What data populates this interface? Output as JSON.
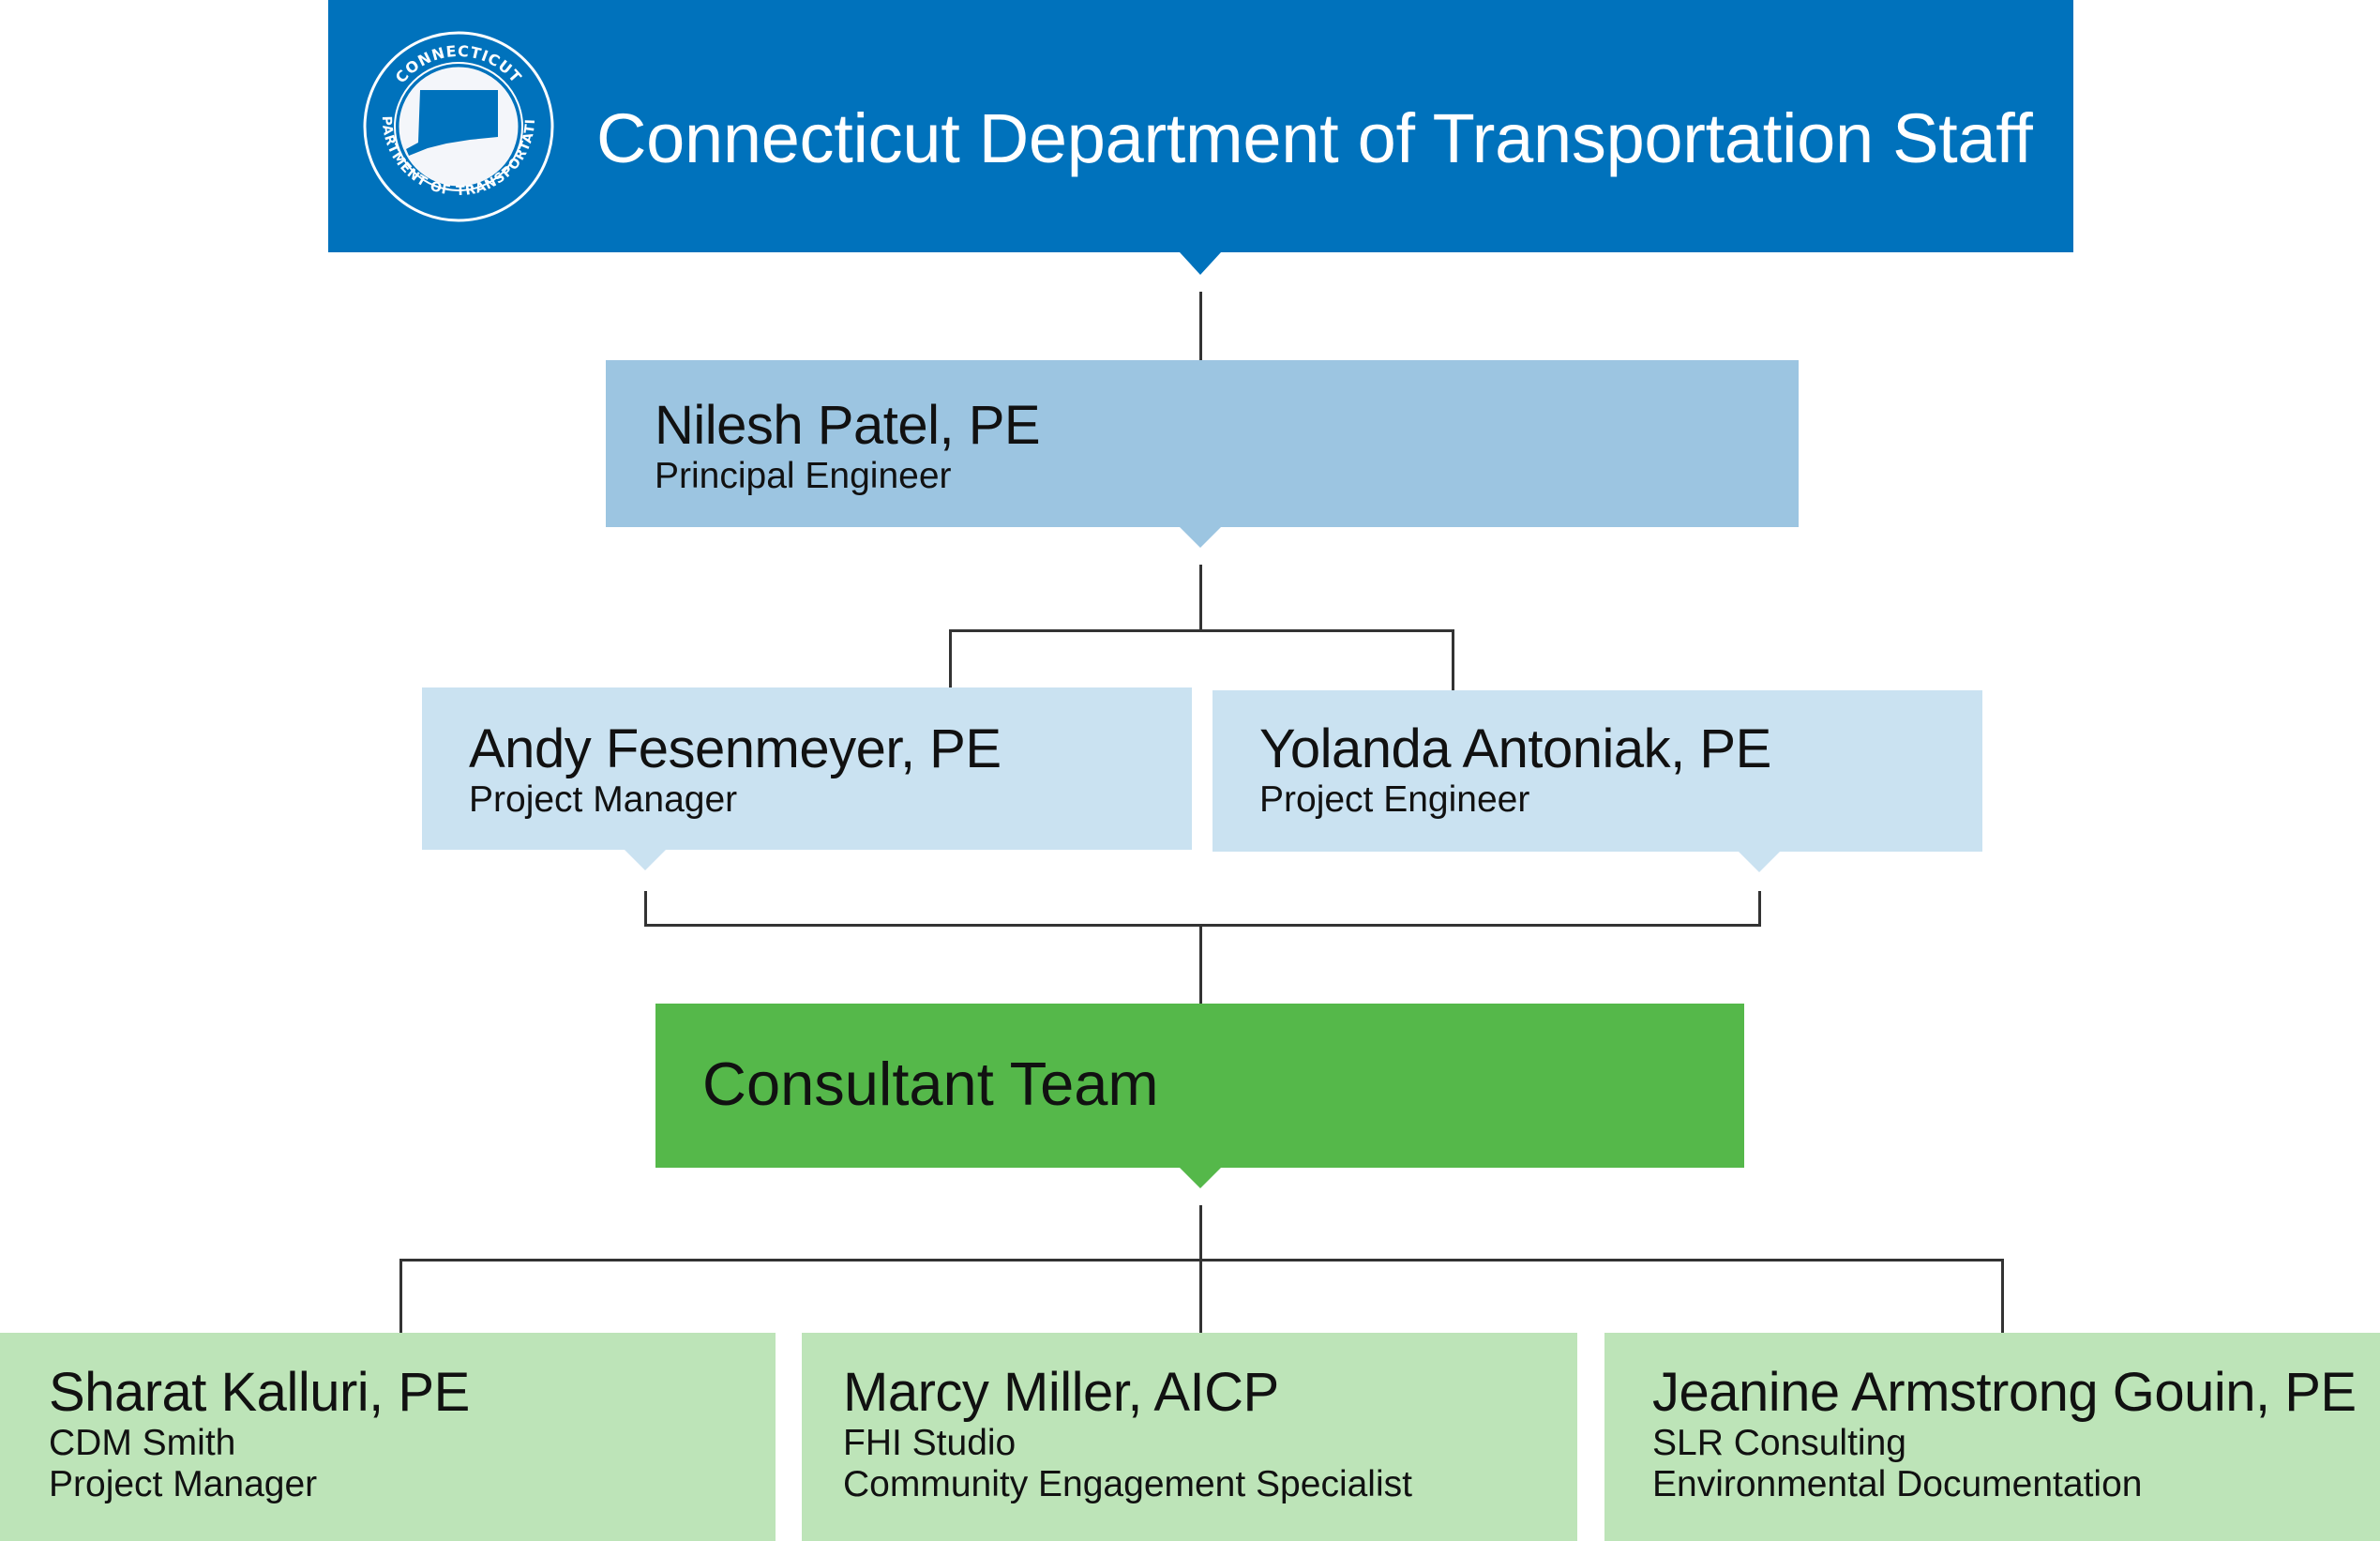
{
  "header": {
    "title": "Connecticut Department of Transportation Staff",
    "logo_text_top": "CONNECTICUT",
    "logo_text_bottom": "DEPARTMENT OF TRANSPORTATION",
    "color": "#0072bc"
  },
  "principal": {
    "name": "Nilesh Patel, PE",
    "role": "Principal Engineer",
    "color": "#9cc5e1"
  },
  "managers": [
    {
      "name": "Andy Fesenmeyer, PE",
      "role": "Project Manager"
    },
    {
      "name": "Yolanda Antoniak, PE",
      "role": "Project Engineer"
    }
  ],
  "consultant": {
    "title": "Consultant Team",
    "color": "#55b84a"
  },
  "consultants": [
    {
      "name": "Sharat Kalluri, PE",
      "firm": "CDM Smith",
      "role": "Project Manager"
    },
    {
      "name": "Marcy Miller, AICP",
      "firm": "FHI Studio",
      "role": "Community Engagement Specialist"
    },
    {
      "name": "Jeanine Armstrong Gouin, PE",
      "firm": "SLR Consulting",
      "role": "Environmental Documentation"
    }
  ]
}
